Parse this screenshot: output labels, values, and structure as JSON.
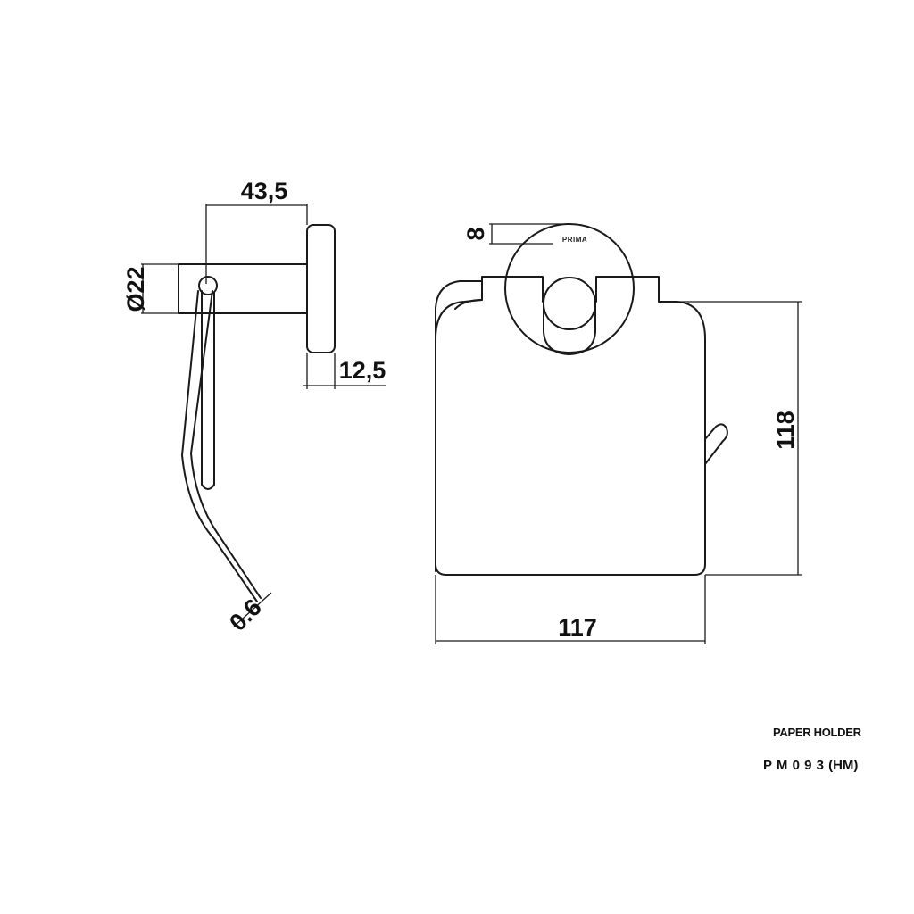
{
  "dimensions": {
    "side_length": "43,5",
    "diameter": "Ø22",
    "flange_depth": "12,5",
    "thickness": "0.6",
    "top_offset": "8",
    "height": "118",
    "width": "117"
  },
  "brand": "PRIMA",
  "caption": {
    "product_name": "PAPER HOLDER",
    "model_code": "P M 0 9 3 (HM)"
  }
}
